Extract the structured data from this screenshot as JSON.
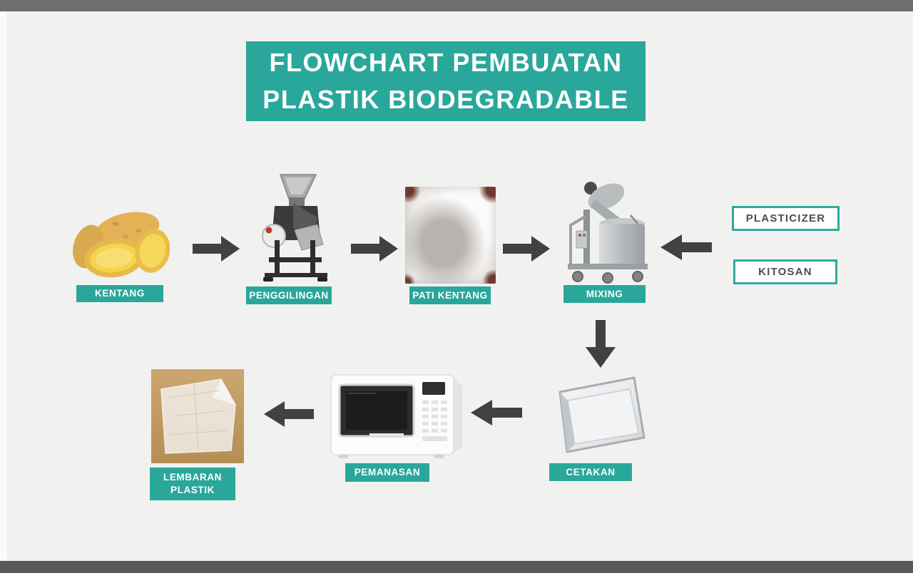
{
  "title": {
    "line1": "FLOWCHART PEMBUATAN",
    "line2": "PLASTIK BIODEGRADABLE"
  },
  "flowchart": {
    "steps": [
      {
        "id": "kentang",
        "label": "KENTANG"
      },
      {
        "id": "penggilingan",
        "label": "PENGGILINGAN"
      },
      {
        "id": "pati-kentang",
        "label": "PATI KENTANG"
      },
      {
        "id": "mixing",
        "label": "MIXING"
      },
      {
        "id": "cetakan",
        "label": "CETAKAN"
      },
      {
        "id": "pemanasan",
        "label": "PEMANASAN"
      },
      {
        "id": "lembaran-plastik",
        "label": "LEMBARAN PLASTIK"
      }
    ],
    "inputs": [
      {
        "id": "plasticizer",
        "label": "PLASTICIZER"
      },
      {
        "id": "kitosan",
        "label": "KITOSAN"
      }
    ]
  },
  "figures": {
    "kentang": "potatoes",
    "penggilingan": "grinding-machine",
    "pati_kentang": "white-starch-powder",
    "mixing": "industrial-mixer",
    "cetakan": "metal-tray-mold",
    "pemanasan": "microwave-oven",
    "lembaran_plastik": "clear-plastic-sheet"
  },
  "colors": {
    "teal": "#29A79A",
    "arrow": "#414042",
    "top_bar": "#6D6E71",
    "bottom_bar": "#58595B",
    "page_bg": "#F1F1EF"
  }
}
